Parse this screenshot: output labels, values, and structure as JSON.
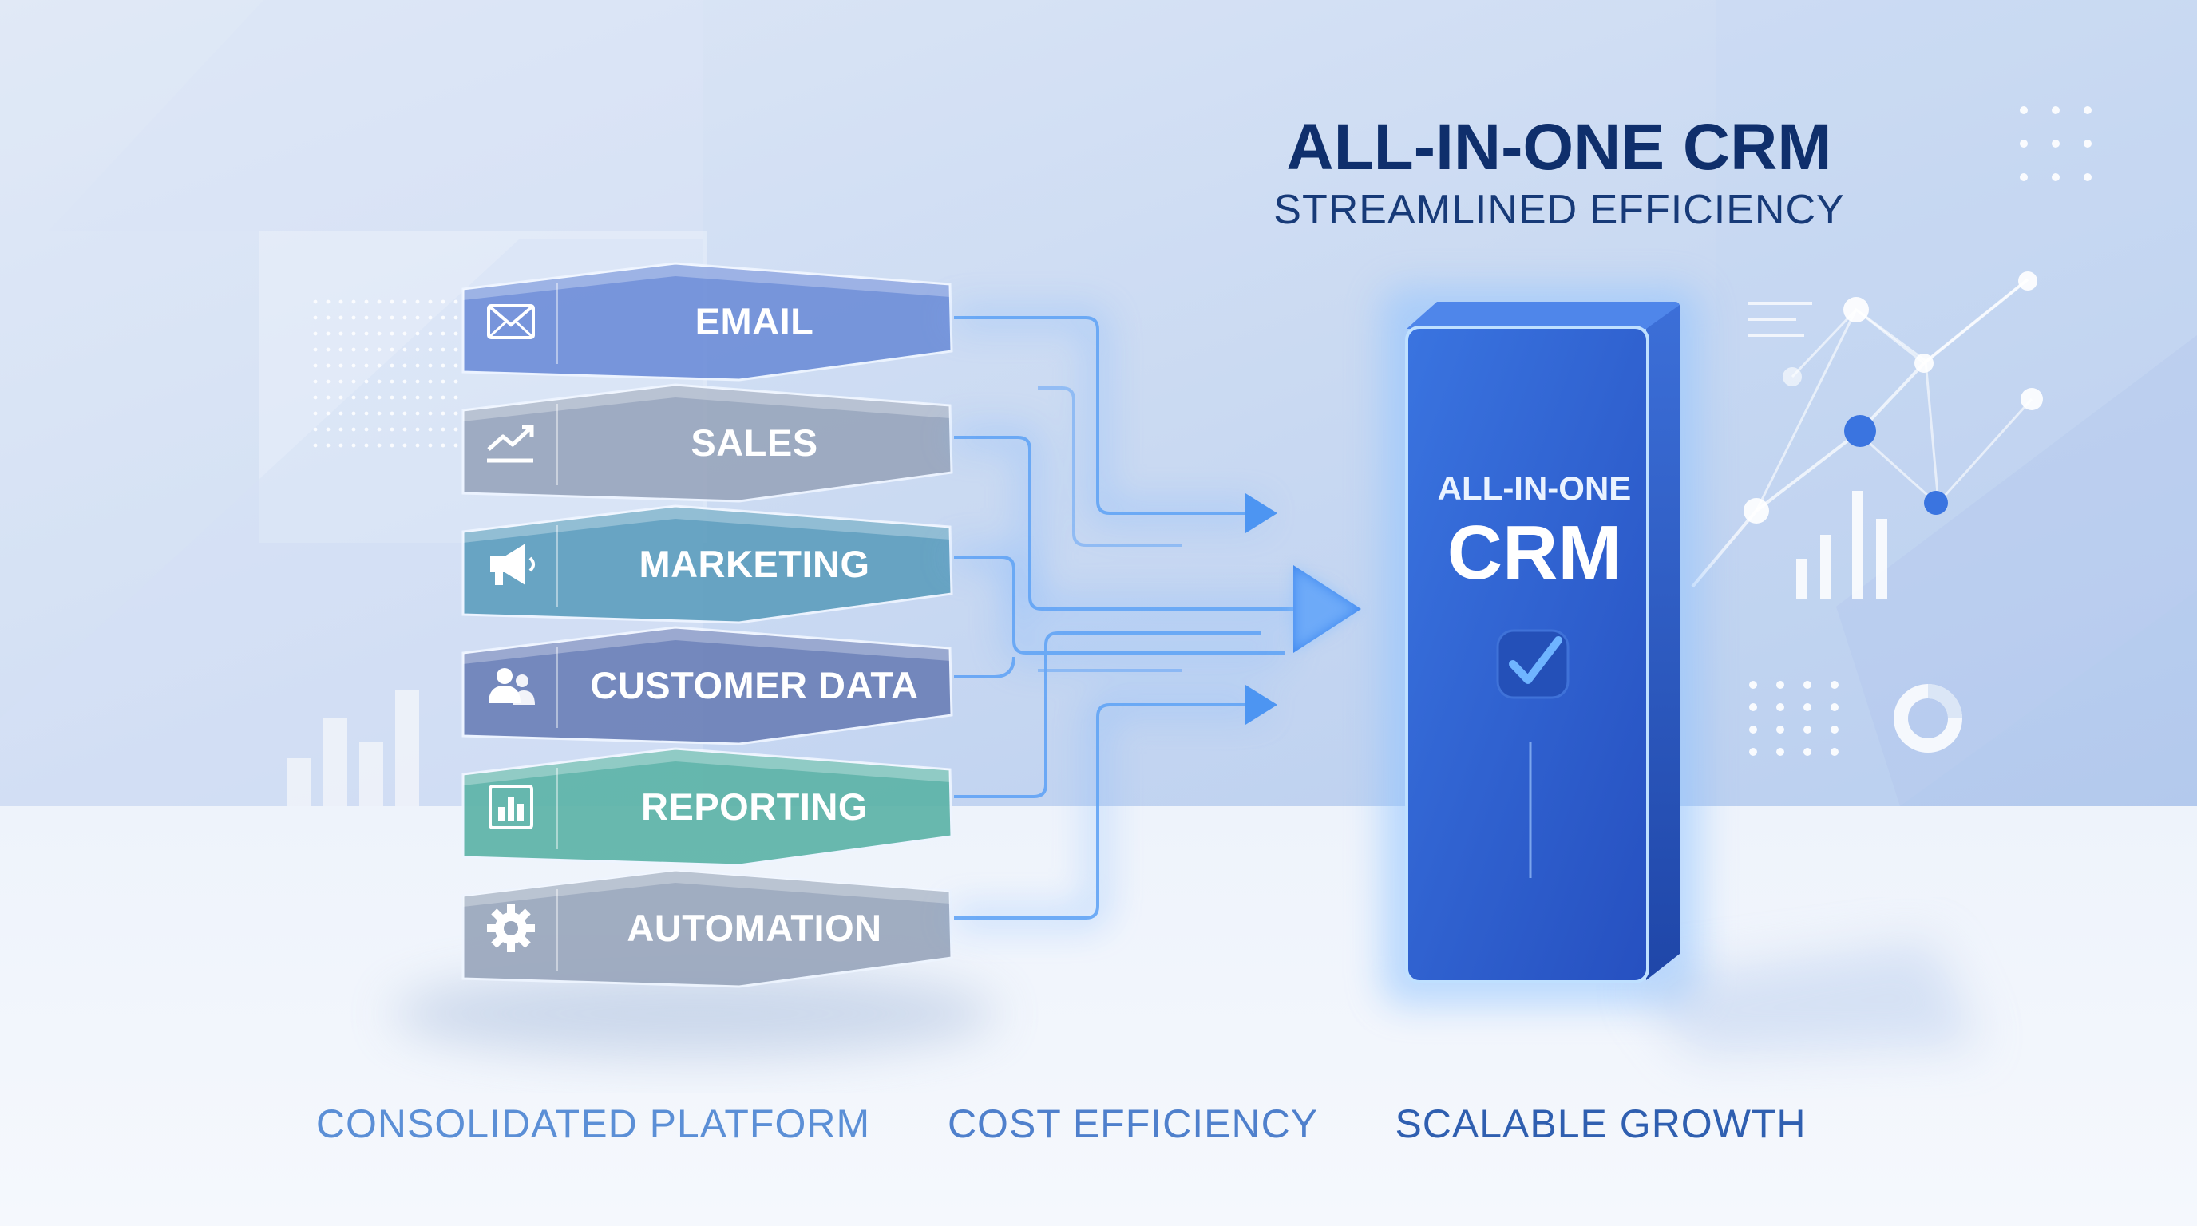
{
  "header": {
    "title": "ALL-IN-ONE CRM",
    "subtitle": "STREAMLINED EFFICIENCY"
  },
  "stack": {
    "layers": [
      {
        "label": "EMAIL",
        "icon": "envelope-icon",
        "color": "#6f8fd8"
      },
      {
        "label": "SALES",
        "icon": "trend-chart-icon",
        "color": "#9aa7bd"
      },
      {
        "label": "MARKETING",
        "icon": "megaphone-icon",
        "color": "#5f9fbe"
      },
      {
        "label": "CUSTOMER DATA",
        "icon": "users-icon",
        "color": "#6c80b8"
      },
      {
        "label": "REPORTING",
        "icon": "bar-report-icon",
        "color": "#5db3a8"
      },
      {
        "label": "AUTOMATION",
        "icon": "gear-icon",
        "color": "#9aa7bd"
      }
    ]
  },
  "crm_tower": {
    "line1": "ALL-IN-ONE",
    "line2": "CRM",
    "icon": "checkmark-icon",
    "color": "#2f63d4"
  },
  "benefits": [
    {
      "label": "CONSOLIDATED PLATFORM",
      "color": "#5b8fd6"
    },
    {
      "label": "COST EFFICIENCY",
      "color": "#4f80cc"
    },
    {
      "label": "SCALABLE GROWTH",
      "color": "#2f5fb0"
    }
  ],
  "colors": {
    "accent": "#3d86f0",
    "glow": "#8fc3ff",
    "background": "#e9eff9"
  }
}
